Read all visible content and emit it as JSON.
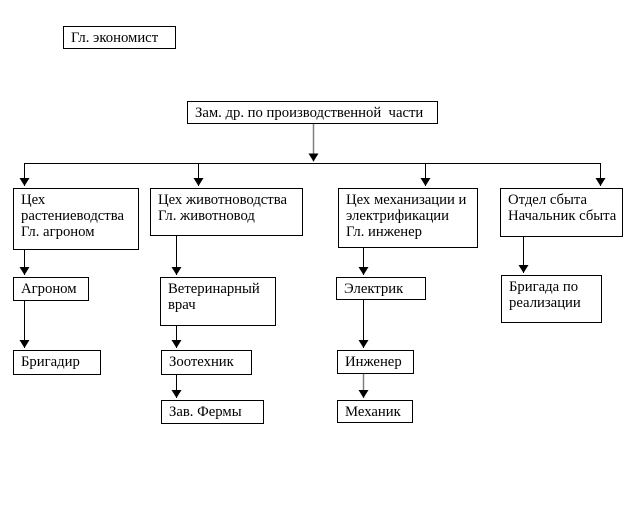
{
  "diagram": {
    "type": "org-chart",
    "background_color": "#ffffff",
    "line_color": "#000000",
    "secondary_line_color": "#808080",
    "box_border_color": "#000000",
    "text_color": "#000000",
    "boxes": {
      "chief_economist": {
        "lines": [
          "Гл. экономист"
        ]
      },
      "deputy_production": {
        "lines": [
          "Зам. др. по производственной  части"
        ]
      },
      "crop_department": {
        "lines": [
          "Цех",
          "растениеводства",
          "Гл. агроном"
        ]
      },
      "livestock_department": {
        "lines": [
          "Цех животноводства",
          "Гл. животновод"
        ]
      },
      "mechanization_department": {
        "lines": [
          "Цех механизации и",
          "электрификации",
          "Гл. инженер"
        ]
      },
      "sales_department": {
        "lines": [
          "Отдел сбыта",
          "Начальник сбыта"
        ]
      },
      "agronomist": {
        "lines": [
          "Агроном"
        ]
      },
      "brigadier": {
        "lines": [
          "Бригадир"
        ]
      },
      "veterinarian": {
        "lines": [
          "Ветеринарный",
          "врач"
        ]
      },
      "zootechnician": {
        "lines": [
          "Зоотехник"
        ]
      },
      "farm_manager": {
        "lines": [
          "Зав. Фермы"
        ]
      },
      "electrician": {
        "lines": [
          "Электрик"
        ]
      },
      "engineer": {
        "lines": [
          "Инженер"
        ]
      },
      "mechanic": {
        "lines": [
          "Механик"
        ]
      },
      "sales_brigade": {
        "lines": [
          "Бригада по",
          "реализации"
        ]
      }
    },
    "edges": [
      "deputy_production -> crop_department",
      "deputy_production -> livestock_department",
      "deputy_production -> mechanization_department",
      "deputy_production -> sales_department",
      "crop_department -> agronomist",
      "agronomist -> brigadier",
      "livestock_department -> veterinarian",
      "veterinarian -> zootechnician",
      "zootechnician -> farm_manager",
      "mechanization_department -> electrician",
      "electrician -> engineer",
      "engineer -> mechanic",
      "sales_department -> sales_brigade"
    ]
  }
}
